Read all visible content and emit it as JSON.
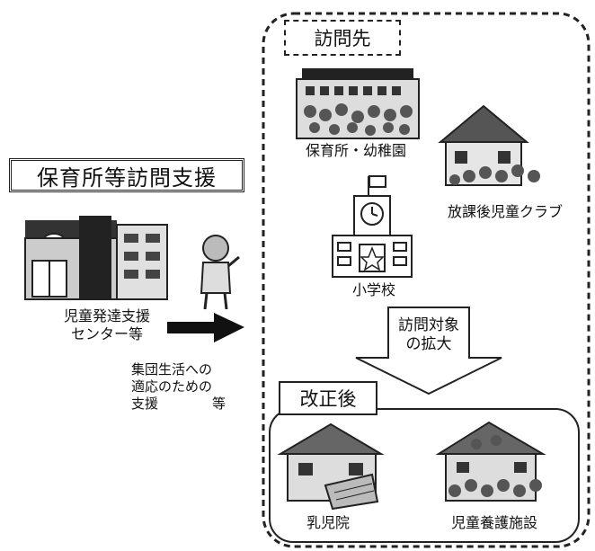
{
  "title": "保育所等訪問支援",
  "visit_destination_label": "訪問先",
  "destinations": {
    "nursery": "保育所・幼稚園",
    "afterschool": "放課後児童クラブ",
    "elementary": "小学校"
  },
  "center": {
    "line1": "児童発達支援",
    "line2": "センター等"
  },
  "support_note": {
    "line1": "集団生活への",
    "line2": "適応のための",
    "line3_left": "支援",
    "line3_right": "等"
  },
  "expansion": {
    "line1": "訪問対象",
    "line2": "の拡大"
  },
  "revision_label": "改正後",
  "new_destinations": {
    "infant_home": "乳児院",
    "childcare_facility": "児童養護施設"
  },
  "icons": [
    "school-building-icon",
    "house-icon",
    "elementary-school-icon",
    "center-building-icon",
    "worker-icon",
    "right-arrow-icon",
    "down-arrow-icon",
    "infant-home-icon",
    "childcare-facility-icon"
  ]
}
